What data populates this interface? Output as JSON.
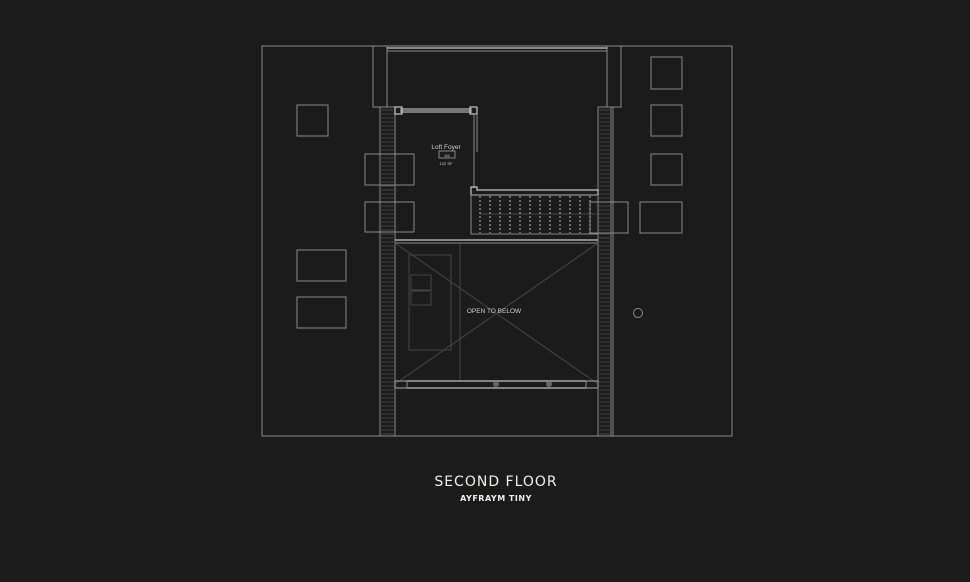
{
  "plan": {
    "room_name": "Loft Foyer",
    "room_number": "111",
    "room_area": "122 SF",
    "opening_label": "OPEN TO BELOW"
  },
  "title": "SECOND FLOOR",
  "subtitle": "AYFRAYM TINY",
  "colors": {
    "background": "#1b1b1b",
    "lines": "#8a8a8a",
    "text": "#eeeeea"
  }
}
